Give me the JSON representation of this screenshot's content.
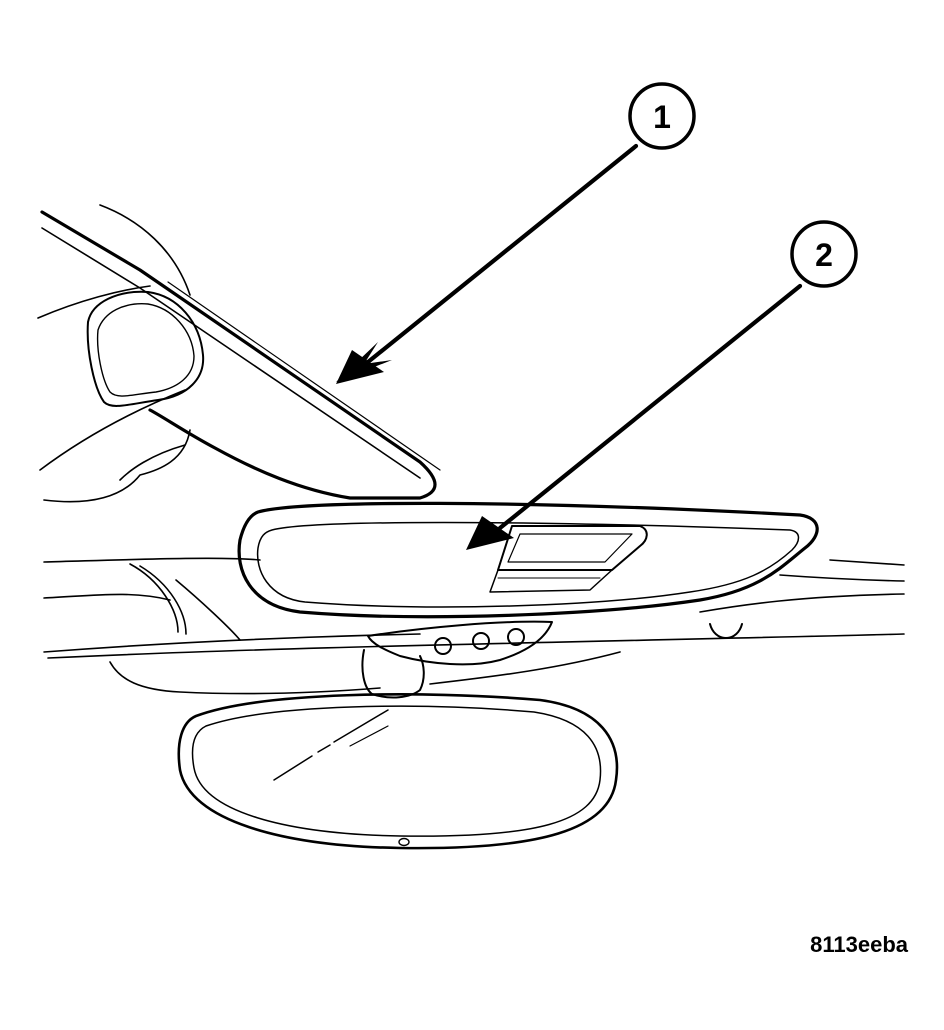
{
  "callouts": [
    {
      "number": "1"
    },
    {
      "number": "2"
    }
  ],
  "figure_id": "8113eeba",
  "line_color": "#000000",
  "background_color": "#ffffff"
}
